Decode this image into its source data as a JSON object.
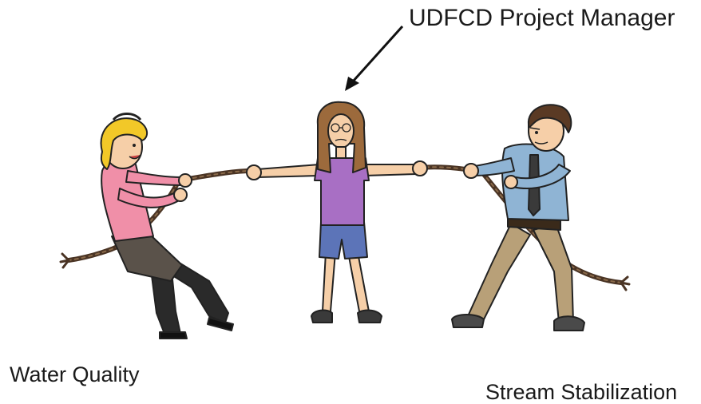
{
  "labels": {
    "project_manager": "UDFCD Project Manager",
    "left_side": "Water Quality",
    "right_side": "Stream Stabilization"
  },
  "colors": {
    "rope": "#4a3424",
    "woman_top": "#f08fa8",
    "woman_skirt": "#5a524a",
    "girl_top": "#a86fc4",
    "girl_shorts": "#5c74b8",
    "man_shirt": "#8fb4d4",
    "man_pants": "#b8a078",
    "skin": "#f6cfa8",
    "blonde_hair": "#f2c828",
    "brown_hair": "#9c6a3c",
    "dark_hair": "#5a3a24",
    "tie": "#3a3a3a",
    "arrow": "#111111"
  },
  "icons": {
    "arrow": "arrow-down-left-icon",
    "rope": "rope-icon"
  }
}
